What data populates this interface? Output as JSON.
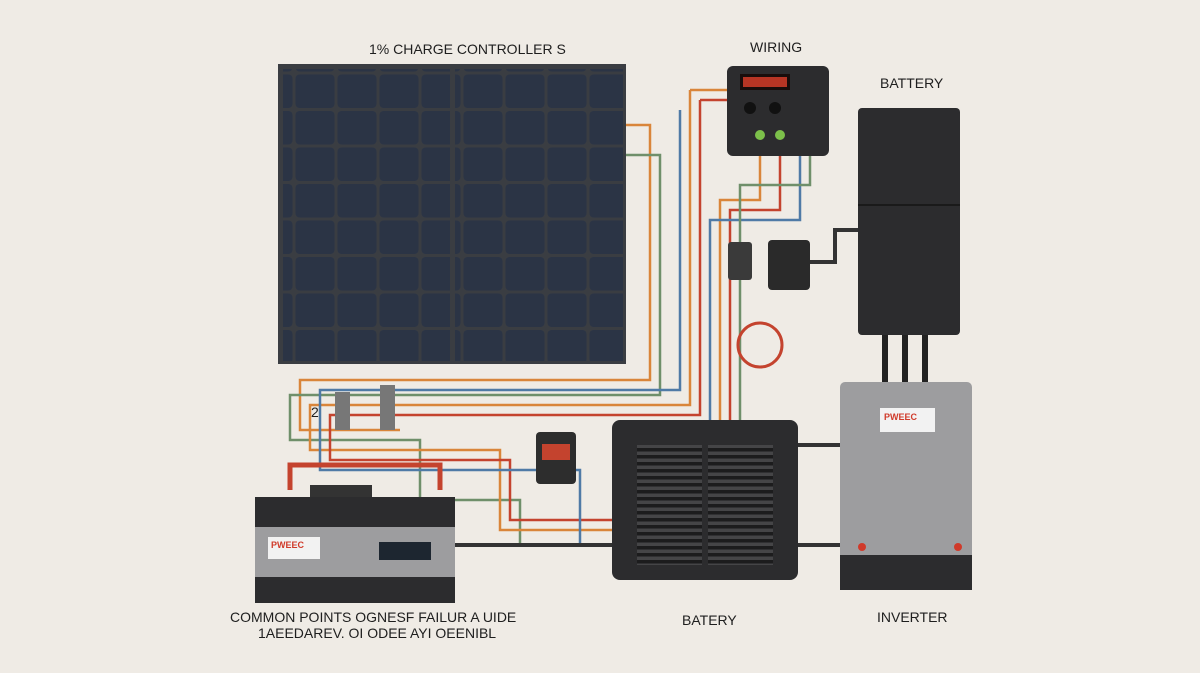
{
  "labels": {
    "top_title": "1% CHARGE CONTROLLER S",
    "wiring": "WIRING",
    "battery_top": "BATTERY",
    "marker_2": "2",
    "battery_bottom": "BATERY",
    "inverter": "INVERTER",
    "caption_line1": "COMMON POINTS OGNESF FAILUR A UIDE",
    "caption_line2": "1AEEDAREV. OI ODEE AYI OEENIBL"
  },
  "device_labels": {
    "battery_brand": "PWEEC",
    "inverter_brand": "PWEEC"
  },
  "colors": {
    "background": "#efebe5",
    "panel_cell": "#2b3445",
    "panel_frame": "#3a3d42",
    "device_dark": "#2c2c2e",
    "device_gray": "#9d9d9f",
    "wire_orange": "#d9853a",
    "wire_green": "#6f8f6a",
    "wire_blue": "#4f7aa6",
    "wire_red": "#c4432e",
    "display_red": "#e0402a"
  }
}
